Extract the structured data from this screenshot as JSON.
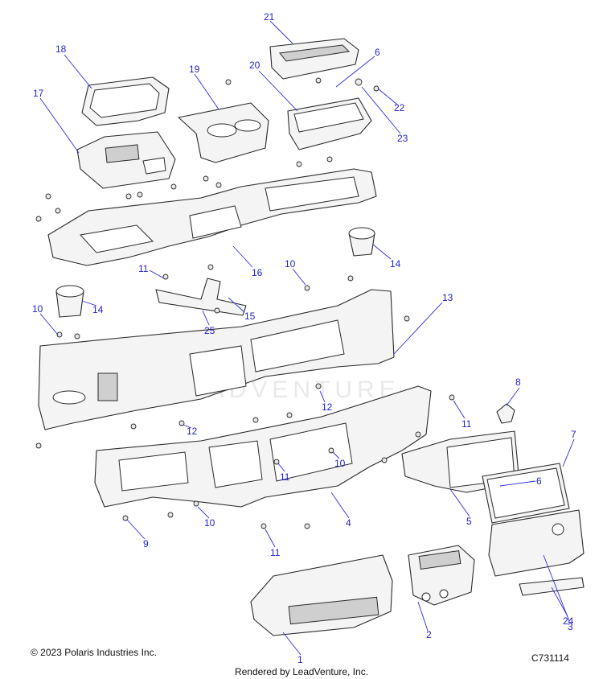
{
  "callouts": [
    {
      "label": "21"
    },
    {
      "label": "6"
    },
    {
      "label": "20"
    },
    {
      "label": "22"
    },
    {
      "label": "23"
    },
    {
      "label": "18"
    },
    {
      "label": "19"
    },
    {
      "label": "17"
    },
    {
      "label": "16"
    },
    {
      "label": "14"
    },
    {
      "label": "11"
    },
    {
      "label": "10"
    },
    {
      "label": "14"
    },
    {
      "label": "15"
    },
    {
      "label": "13"
    },
    {
      "label": "10"
    },
    {
      "label": "25"
    },
    {
      "label": "8"
    },
    {
      "label": "12"
    },
    {
      "label": "11"
    },
    {
      "label": "12"
    },
    {
      "label": "7"
    },
    {
      "label": "10"
    },
    {
      "label": "11"
    },
    {
      "label": "6"
    },
    {
      "label": "5"
    },
    {
      "label": "10"
    },
    {
      "label": "4"
    },
    {
      "label": "9"
    },
    {
      "label": "11"
    },
    {
      "label": "24"
    },
    {
      "label": "3"
    },
    {
      "label": "2"
    },
    {
      "label": "1"
    }
  ],
  "footer": {
    "copyright": "© 2023 Polaris Industries Inc.",
    "figure_code": "C731114",
    "rendered_by": "Rendered by LeadVenture, Inc."
  },
  "watermark": "LEADVENTURE",
  "colors": {
    "callout": "#1f1fd0",
    "line_art": "#2a2a2a"
  }
}
